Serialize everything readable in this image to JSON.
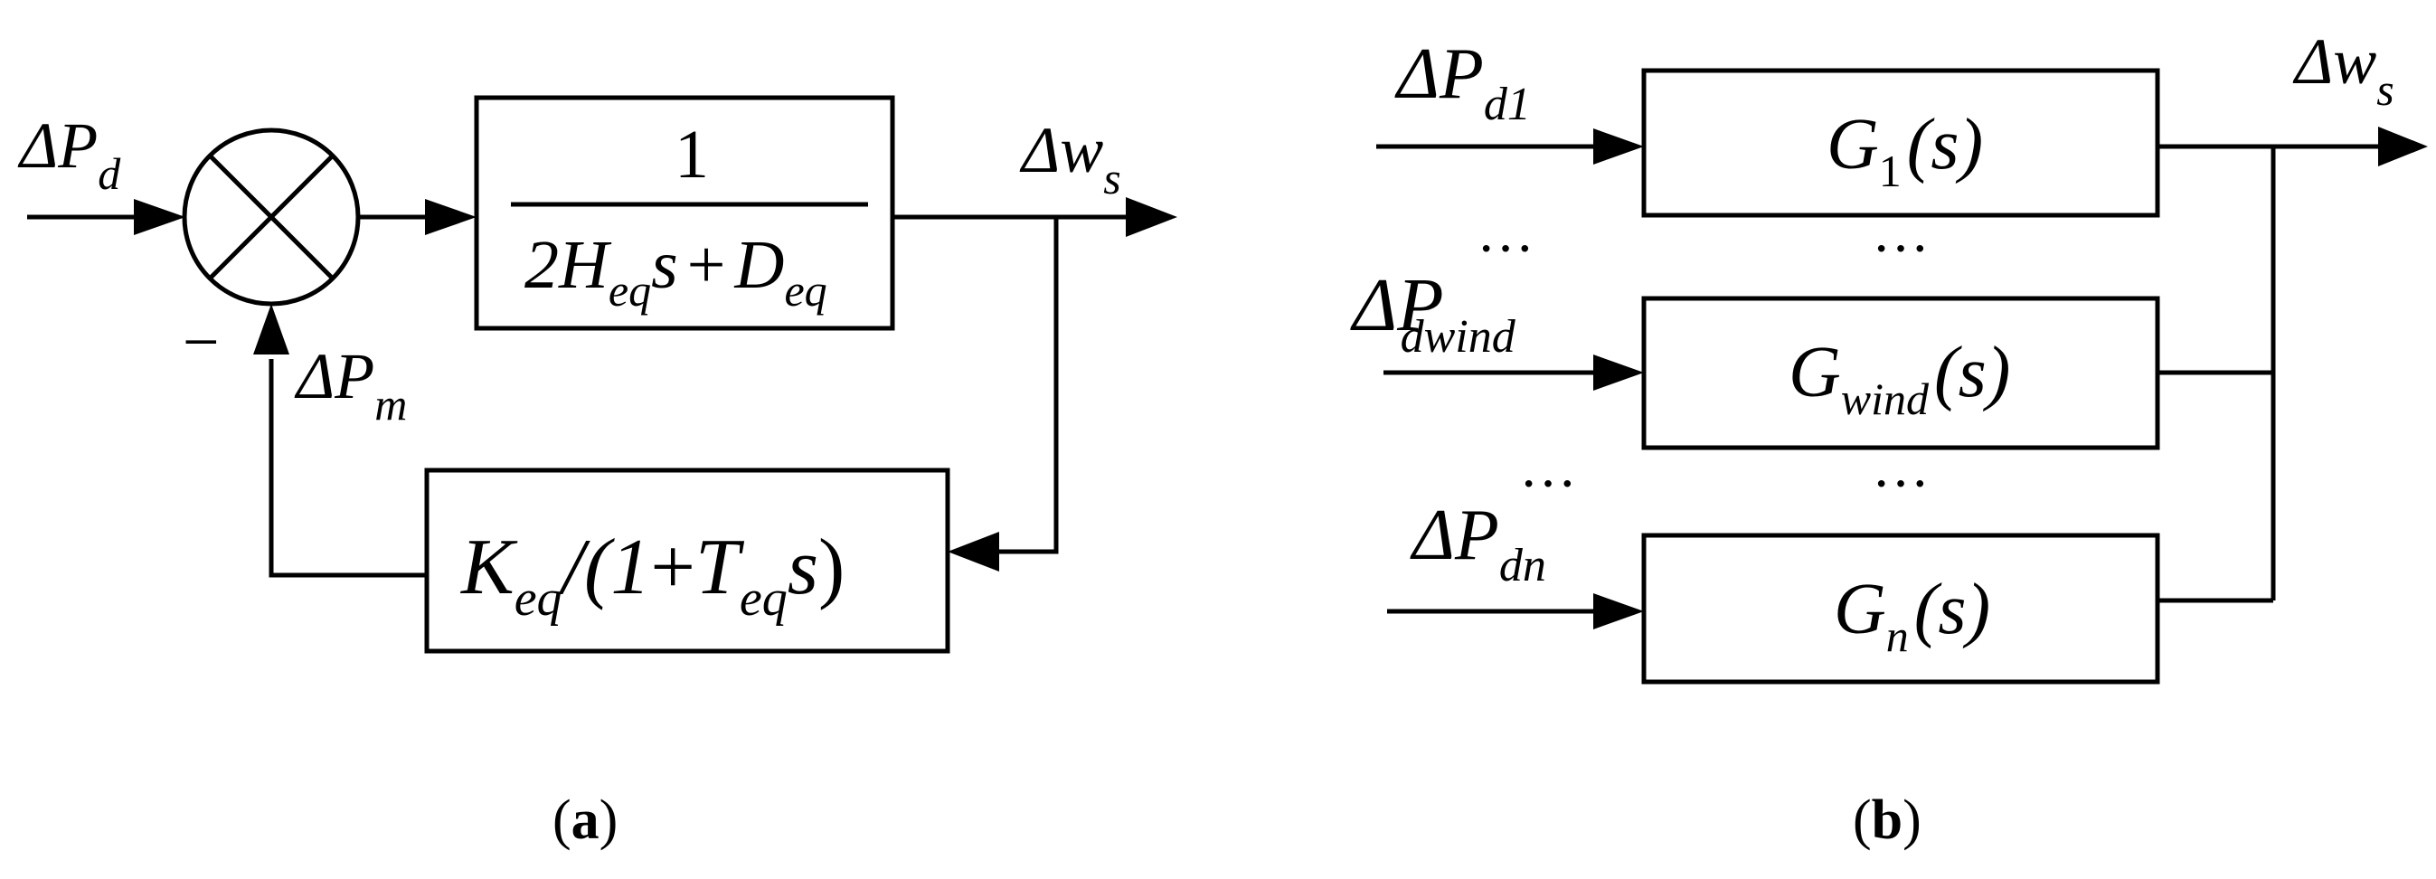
{
  "panel_a": {
    "input_label": {
      "base": "ΔP",
      "sub": "d"
    },
    "output_label": {
      "base": "Δw",
      "sub": "s"
    },
    "feedback_label": {
      "base": "ΔP",
      "sub": "m"
    },
    "minus_sign": "−",
    "forward_block": {
      "numerator": "1",
      "den_coef": "2H",
      "den_coef_sub": "eq",
      "den_var": "s",
      "den_plus": "+",
      "den_term": "D",
      "den_term_sub": "eq"
    },
    "feedback_block": {
      "gain": "K",
      "gain_sub": "eq",
      "slash_open": "/(",
      "one": "1",
      "plus": "+",
      "time_const": "T",
      "time_const_sub": "eq",
      "var": "s",
      "close": ")"
    },
    "caption": {
      "open": "(",
      "letter": "a",
      "close": ")"
    }
  },
  "panel_b": {
    "output_label": {
      "base": "Δw",
      "sub": "s"
    },
    "inputs": [
      {
        "base": "ΔP",
        "sub": "d1"
      },
      {
        "base": "ΔP",
        "sub": "dwind"
      },
      {
        "base": "ΔP",
        "sub": "dn"
      }
    ],
    "blocks": [
      {
        "name": "G",
        "sub": "1",
        "arg": "(s)"
      },
      {
        "name": "G",
        "sub": "wind",
        "arg": "(s)"
      },
      {
        "name": "G",
        "sub": "n",
        "arg": "(s)"
      }
    ],
    "ellipsis": "···",
    "caption": {
      "open": "(",
      "letter": "b",
      "close": ")"
    }
  }
}
